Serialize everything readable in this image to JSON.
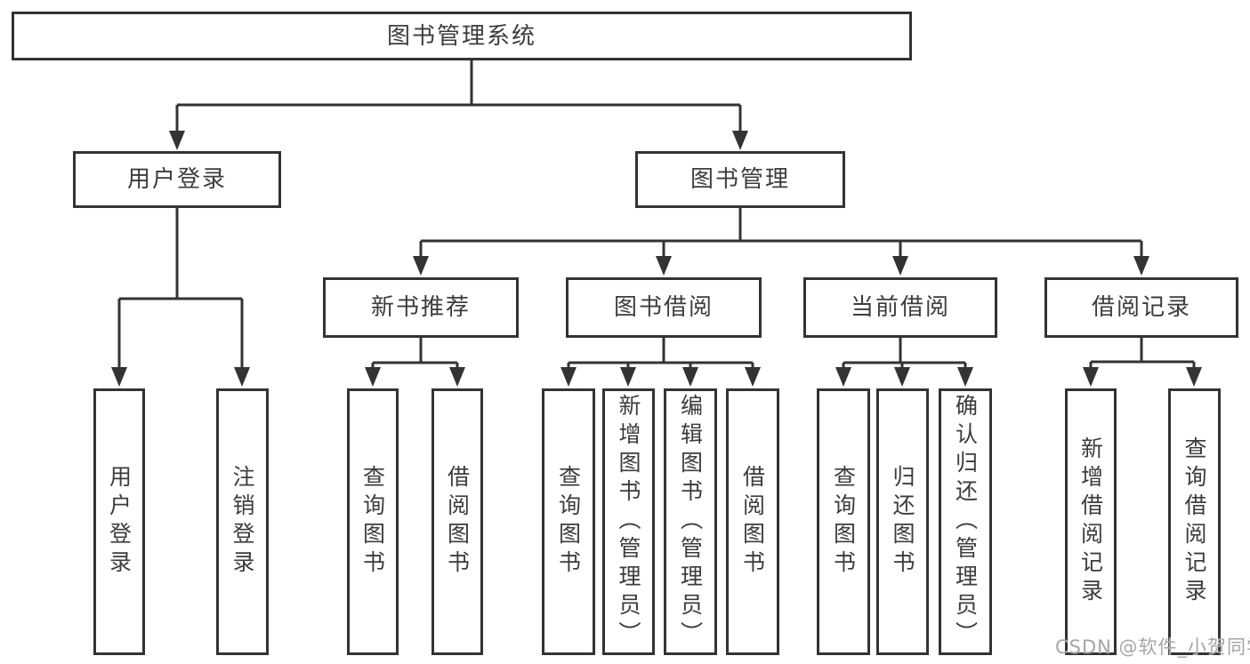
{
  "diagram": {
    "root": {
      "label": "图书管理系统"
    },
    "branches": [
      {
        "label": "用户登录",
        "children": [
          {
            "label": "用户登录"
          },
          {
            "label": "注销登录"
          }
        ]
      },
      {
        "label": "图书管理",
        "children": [
          {
            "label": "新书推荐",
            "children": [
              {
                "label": "查询图书"
              },
              {
                "label": "借阅图书"
              }
            ]
          },
          {
            "label": "图书借阅",
            "children": [
              {
                "label": "查询图书"
              },
              {
                "label": "新增图书（管理员）"
              },
              {
                "label": "编辑图书（管理员）"
              },
              {
                "label": "借阅图书"
              }
            ]
          },
          {
            "label": "当前借阅",
            "children": [
              {
                "label": "查询图书"
              },
              {
                "label": "归还图书"
              },
              {
                "label": "确认归还（管理员）"
              }
            ]
          },
          {
            "label": "借阅记录",
            "children": [
              {
                "label": "新增借阅记录"
              },
              {
                "label": "查询借阅记录"
              }
            ]
          }
        ]
      }
    ]
  },
  "watermark": {
    "text": "CSDN @软件_小贺同学"
  },
  "colors": {
    "line": "#333333",
    "box_border": "#333333",
    "text": "#3c3c3c",
    "watermark": "#a5a5a5",
    "background": "#ffffff"
  }
}
